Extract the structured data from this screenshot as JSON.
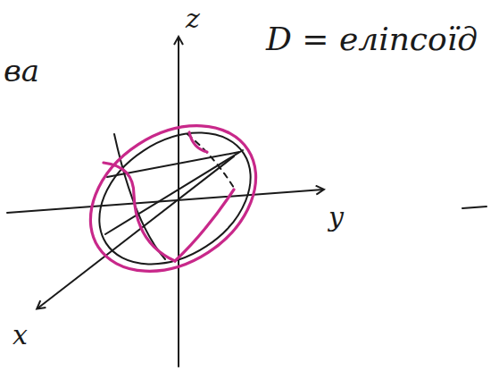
{
  "diagram": {
    "labels": [
      "ва",
      "z",
      "D = еліпсоїд",
      "y",
      "x"
    ]
  }
}
